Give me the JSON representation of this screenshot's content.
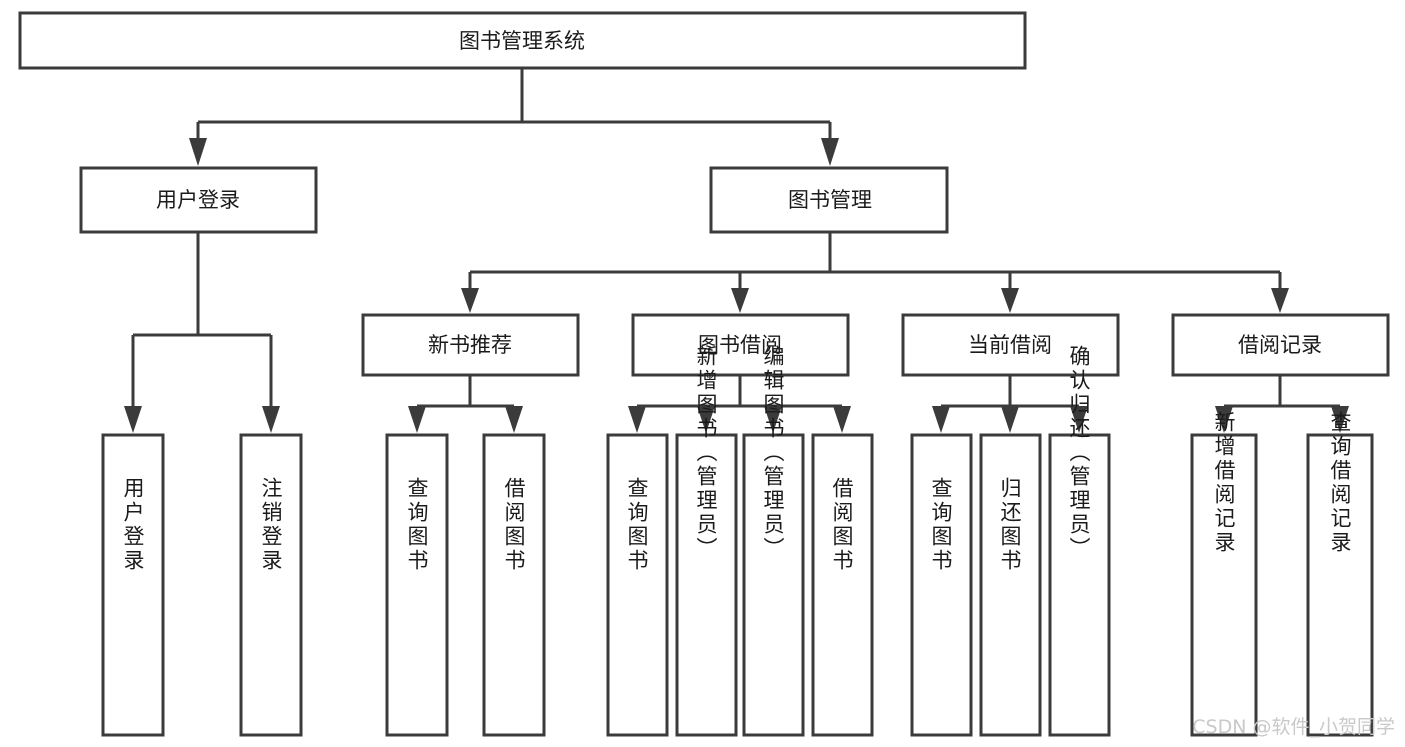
{
  "diagram": {
    "type": "tree-hierarchy-chart",
    "title": "图书管理系统",
    "orientation": "top-down",
    "colors": {
      "box_stroke": "#3b3b3b",
      "box_fill": "#ffffff",
      "connector": "#3b3b3b",
      "text": "#1b1b1b",
      "watermark": "#c9c9c9",
      "background": "#ffffff"
    },
    "root": {
      "id": "root",
      "label": "图书管理系统",
      "level": 0
    },
    "level1": [
      {
        "id": "user-login",
        "label": "用户登录",
        "level": 1
      },
      {
        "id": "book-management",
        "label": "图书管理",
        "level": 1
      }
    ],
    "level2": [
      {
        "id": "new-book-recommend",
        "label": "新书推荐",
        "level": 2,
        "parent": "book-management"
      },
      {
        "id": "book-borrow",
        "label": "图书借阅",
        "level": 2,
        "parent": "book-management"
      },
      {
        "id": "current-borrow",
        "label": "当前借阅",
        "level": 2,
        "parent": "book-management"
      },
      {
        "id": "borrow-record",
        "label": "借阅记录",
        "level": 2,
        "parent": "book-management"
      }
    ],
    "leaves": [
      {
        "id": "leaf-user-login",
        "label": "用户登录",
        "parent": "user-login"
      },
      {
        "id": "leaf-user-logout",
        "label": "注销登录",
        "parent": "user-login"
      },
      {
        "id": "leaf-query-book-1",
        "label": "查询图书",
        "parent": "new-book-recommend"
      },
      {
        "id": "leaf-borrow-book-1",
        "label": "借阅图书",
        "parent": "new-book-recommend"
      },
      {
        "id": "leaf-query-book-2",
        "label": "查询图书",
        "parent": "book-borrow"
      },
      {
        "id": "leaf-add-book",
        "label": "新增图书（管理员）",
        "parent": "book-borrow"
      },
      {
        "id": "leaf-edit-book",
        "label": "编辑图书（管理员）",
        "parent": "book-borrow"
      },
      {
        "id": "leaf-borrow-book-2",
        "label": "借阅图书",
        "parent": "book-borrow"
      },
      {
        "id": "leaf-query-book-3",
        "label": "查询图书",
        "parent": "current-borrow"
      },
      {
        "id": "leaf-return-book",
        "label": "归还图书",
        "parent": "current-borrow"
      },
      {
        "id": "leaf-confirm-return",
        "label": "确认归还（管理员）",
        "parent": "current-borrow"
      },
      {
        "id": "leaf-add-record",
        "label": "新增借阅记录",
        "parent": "borrow-record"
      },
      {
        "id": "leaf-query-record",
        "label": "查询借阅记录",
        "parent": "borrow-record"
      }
    ]
  },
  "watermark": {
    "text": "CSDN @软件_小贺同学"
  }
}
